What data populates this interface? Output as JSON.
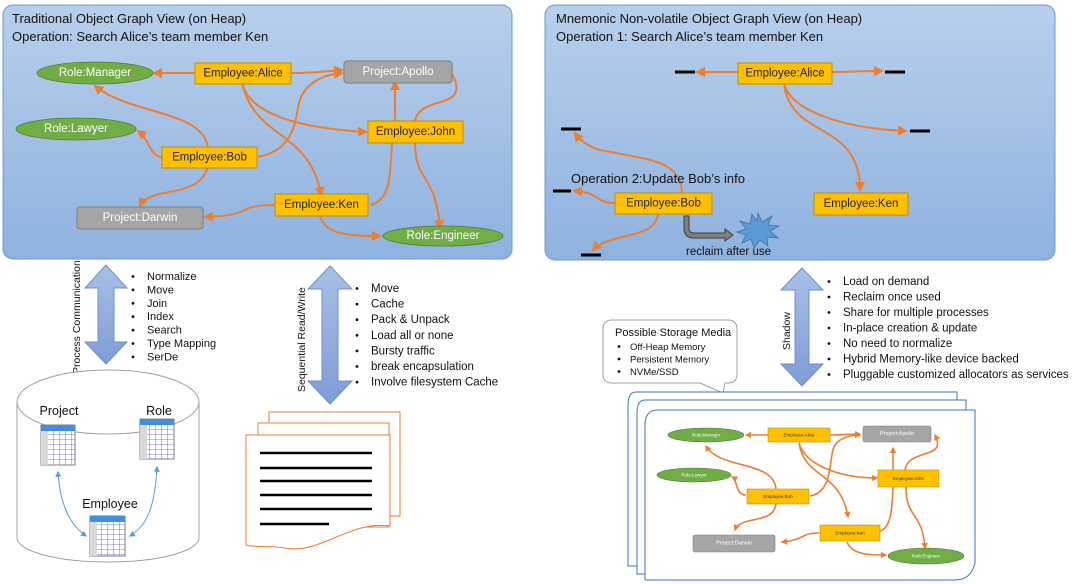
{
  "colors": {
    "panel_top": "#B6CDEB",
    "panel_bottom": "#8FB3E0",
    "panel_border": "#6F98CF",
    "employee": "#FFC000",
    "employee_border": "#BF9000",
    "role": "#70AD47",
    "project": "#A5A5A5",
    "edge": "#ED7D31",
    "arrow_fill": "#8EAADB"
  },
  "left_panel": {
    "title": "Traditional Object Graph View (on Heap)",
    "subtitle": "Operation: Search Alice’s team member Ken",
    "nodes": {
      "manager": "Role:Manager",
      "alice": "Employee:Alice",
      "apollo": "Project:Apollo",
      "lawyer": "Role:Lawyer",
      "john": "Employee:John",
      "bob": "Employee:Bob",
      "darwin": "Project:Darwin",
      "ken": "Employee:Ken",
      "engineer": "Role:Engineer"
    }
  },
  "right_panel": {
    "title": "Mnemonic Non-volatile Object Graph View (on Heap)",
    "subtitle": "Operation 1: Search Alice’s team member Ken",
    "operation2": "Operation 2:Update Bob’s info",
    "reclaim_label": "reclaim after use",
    "nodes": {
      "alice": "Employee:Alice",
      "bob": "Employee:Bob",
      "ken": "Employee:Ken"
    }
  },
  "process_communication": {
    "label": "Process Communication",
    "items": [
      "Normalize",
      "Move",
      "Join",
      "Index",
      "Search",
      "Type Mapping",
      "SerDe"
    ]
  },
  "sequential_rw": {
    "label": "Sequential Read/Write",
    "items": [
      "Move",
      "Cache",
      "Pack & Unpack",
      "Load all or none",
      "Bursty traffic",
      "break encapsulation",
      "Involve filesystem Cache"
    ]
  },
  "shadow": {
    "label": "Shadow",
    "items": [
      "Load on demand",
      "Reclaim once used",
      "Share for multiple processes",
      "In-place creation & update",
      "No need to normalize",
      "Hybrid Memory-like device backed",
      "Pluggable customized allocators as services"
    ]
  },
  "database": {
    "tables": [
      "Project",
      "Role",
      "Employee"
    ]
  },
  "storage_callout": {
    "title": "Possible Storage Media",
    "items": [
      "Off-Heap Memory",
      "Persistent Memory",
      "NVMe/SSD"
    ]
  },
  "mini_graph": {
    "nodes": {
      "manager": "Role:Manager",
      "alice": "Employee:Alice",
      "apollo": "Project:Apollo",
      "lawyer": "Role:Lawyer",
      "john": "Employee:John",
      "bob": "Employee:Bob",
      "darwin": "Project:Darwin",
      "ken": "Employee:Ken",
      "engineer": "Role:Engineer"
    }
  }
}
